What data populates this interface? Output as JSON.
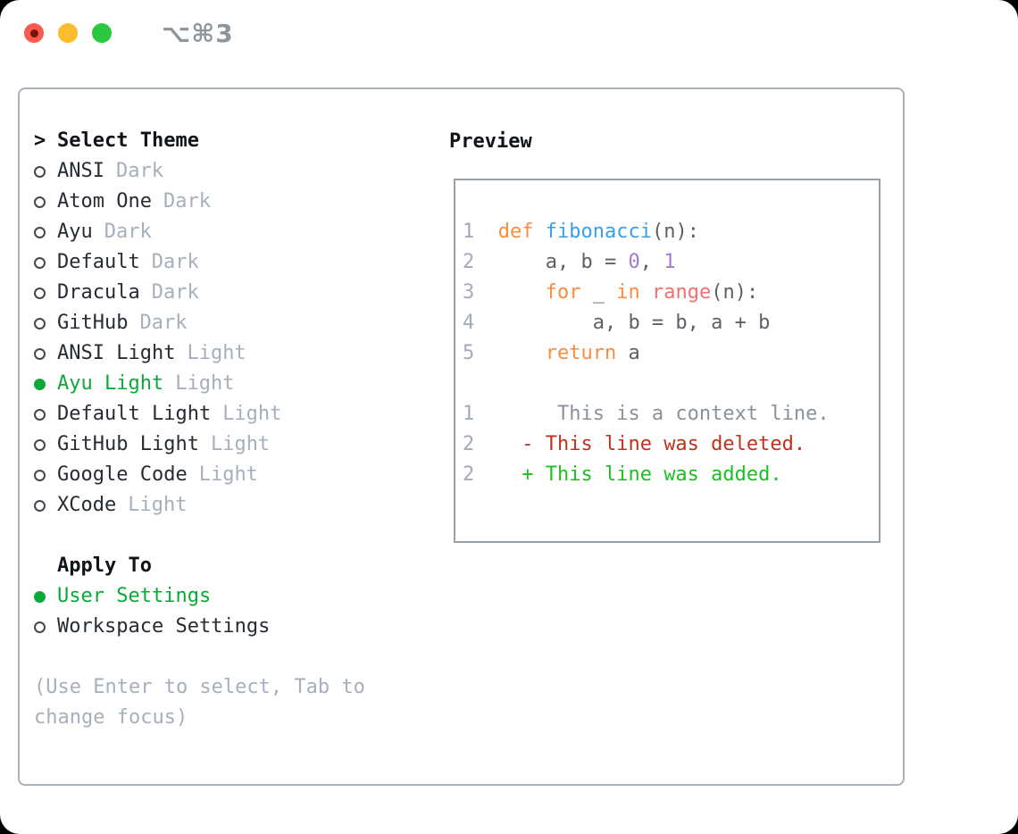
{
  "window": {
    "title": "⌥⌘3"
  },
  "colors": {
    "accent_green": "#0CA938",
    "traffic_red": "#FA5A4E",
    "traffic_red_dot": "#73150E",
    "traffic_yellow": "#FBBC2E",
    "traffic_green": "#2BC840",
    "title_gray": "#8E959C",
    "panel_border": "#ABB1B9",
    "box_border": "#9AA1A9",
    "header_text": "#101418",
    "item_text": "#272C33",
    "muted": "#A6AFBB",
    "radio_outline": "#41474E",
    "lineno": "#A2ABB8",
    "code": "#5C6166",
    "kw": "#FA8D3E",
    "fn": "#399EE6",
    "num": "#A37ACC",
    "builtin": "#F07171",
    "context": "#8A9199",
    "del": "#C0331B",
    "add": "#1FBF24"
  },
  "theme_list": {
    "prefix": ">",
    "header": "Select Theme",
    "items": [
      {
        "name": "ANSI",
        "variant": "Dark",
        "selected": false
      },
      {
        "name": "Atom One",
        "variant": "Dark",
        "selected": false
      },
      {
        "name": "Ayu",
        "variant": "Dark",
        "selected": false
      },
      {
        "name": "Default",
        "variant": "Dark",
        "selected": false
      },
      {
        "name": "Dracula",
        "variant": "Dark",
        "selected": false
      },
      {
        "name": "GitHub",
        "variant": "Dark",
        "selected": false
      },
      {
        "name": "ANSI Light",
        "variant": "Light",
        "selected": false
      },
      {
        "name": "Ayu Light",
        "variant": "Light",
        "selected": true
      },
      {
        "name": "Default Light",
        "variant": "Light",
        "selected": false
      },
      {
        "name": "GitHub Light",
        "variant": "Light",
        "selected": false
      },
      {
        "name": "Google Code",
        "variant": "Light",
        "selected": false
      },
      {
        "name": "XCode",
        "variant": "Light",
        "selected": false
      }
    ]
  },
  "apply_to": {
    "header": "Apply To",
    "items": [
      {
        "name": "User Settings",
        "selected": true
      },
      {
        "name": "Workspace Settings",
        "selected": false
      }
    ]
  },
  "hint": "(Use Enter to select, Tab to change focus)",
  "preview": {
    "header": "Preview",
    "lines": [
      {
        "num": "1",
        "type": "code",
        "segments": [
          {
            "text": "def",
            "color": "kw"
          },
          {
            "text": " ",
            "color": "code"
          },
          {
            "text": "fibonacci",
            "color": "fn"
          },
          {
            "text": "(n):",
            "color": "code"
          }
        ]
      },
      {
        "num": "2",
        "type": "code",
        "segments": [
          {
            "text": "    a, b = ",
            "color": "code"
          },
          {
            "text": "0",
            "color": "num"
          },
          {
            "text": ", ",
            "color": "code"
          },
          {
            "text": "1",
            "color": "num"
          }
        ]
      },
      {
        "num": "3",
        "type": "code",
        "segments": [
          {
            "text": "    ",
            "color": "code"
          },
          {
            "text": "for",
            "color": "kw"
          },
          {
            "text": " _ ",
            "color": "code"
          },
          {
            "text": "in",
            "color": "kw"
          },
          {
            "text": " ",
            "color": "code"
          },
          {
            "text": "range",
            "color": "builtin"
          },
          {
            "text": "(n):",
            "color": "code"
          }
        ]
      },
      {
        "num": "4",
        "type": "code",
        "segments": [
          {
            "text": "        a, b = b, a + b",
            "color": "code"
          }
        ]
      },
      {
        "num": "5",
        "type": "code",
        "segments": [
          {
            "text": "    ",
            "color": "code"
          },
          {
            "text": "return",
            "color": "kw"
          },
          {
            "text": " a",
            "color": "code"
          }
        ]
      },
      {
        "num": "",
        "type": "blank",
        "segments": []
      },
      {
        "num": "1",
        "type": "context",
        "segments": [
          {
            "text": "     This is a context line.",
            "color": "context"
          }
        ]
      },
      {
        "num": "2",
        "type": "deleted",
        "segments": [
          {
            "text": "  ",
            "color": "code"
          },
          {
            "text": "- This line was deleted.",
            "color": "del"
          }
        ]
      },
      {
        "num": "2",
        "type": "added",
        "segments": [
          {
            "text": "  ",
            "color": "code"
          },
          {
            "text": "+ This line was added.",
            "color": "add"
          }
        ]
      }
    ]
  }
}
